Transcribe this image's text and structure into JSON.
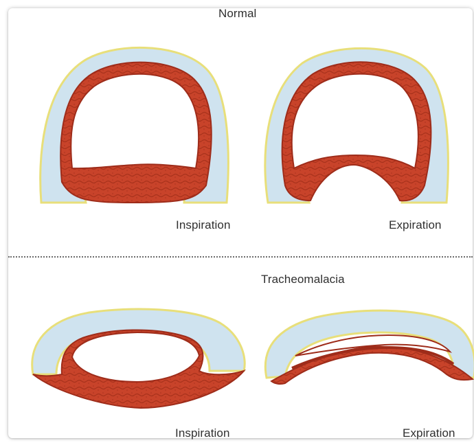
{
  "sections": {
    "normal": {
      "title": "Normal",
      "left_caption": "Inspiration",
      "right_caption": "Expiration"
    },
    "tracheomalacia": {
      "title": "Tracheomalacia",
      "left_caption": "Inspiration",
      "right_caption": "Expiration"
    }
  },
  "colors": {
    "cartilage": "#cfe3ef",
    "cartilage_outline": "#e8df7a",
    "muscle": "#c8432a",
    "muscle_dark": "#9e2c1a",
    "lumen": "#ffffff",
    "divider": "#6a6a6a"
  }
}
